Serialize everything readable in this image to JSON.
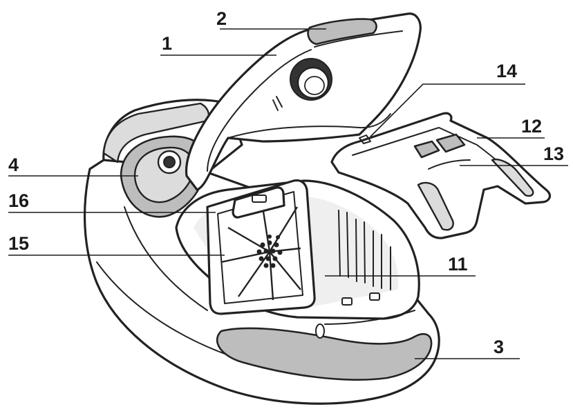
{
  "callouts": [
    {
      "id": "1",
      "label": "1"
    },
    {
      "id": "2",
      "label": "2"
    },
    {
      "id": "3",
      "label": "3"
    },
    {
      "id": "4",
      "label": "4"
    },
    {
      "id": "11",
      "label": "11"
    },
    {
      "id": "12",
      "label": "12"
    },
    {
      "id": "13",
      "label": "13"
    },
    {
      "id": "14",
      "label": "14"
    },
    {
      "id": "15",
      "label": "15"
    },
    {
      "id": "16",
      "label": "16"
    }
  ]
}
